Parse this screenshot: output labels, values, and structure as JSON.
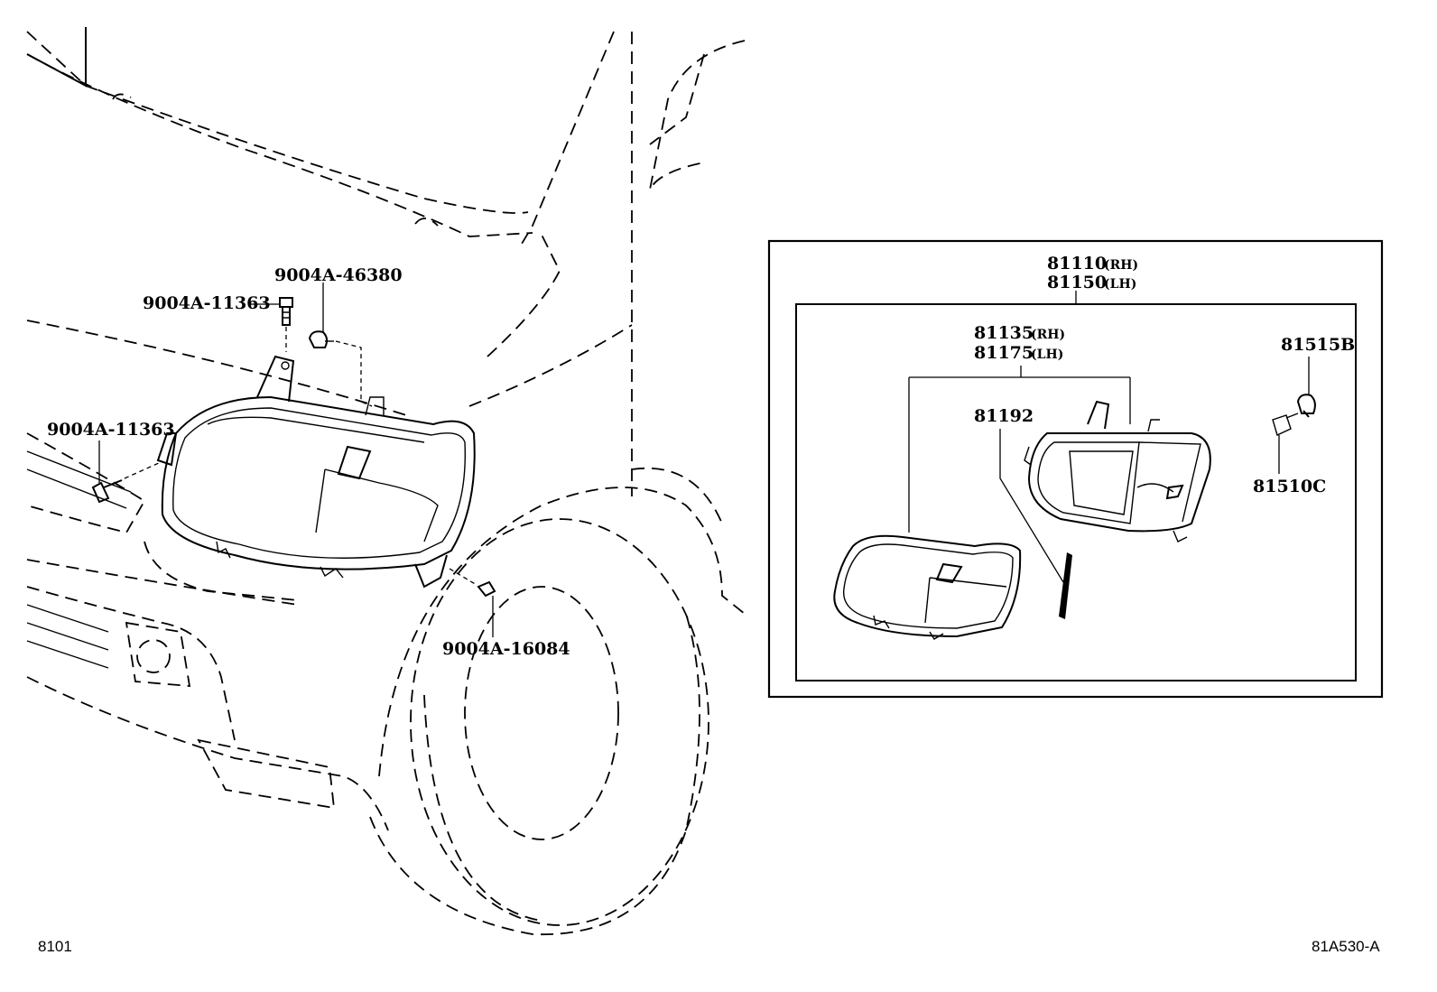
{
  "callouts": {
    "bolt_upper": "9004A-11363",
    "clip_upper": "9004A-46380",
    "bolt_side": "9004A-11363",
    "screw_lower": "9004A-16084",
    "assy_rh": "81110",
    "assy_rh_tag": "(RH)",
    "assy_lh": "81150",
    "assy_lh_tag": "(LH)",
    "unit_rh": "81135",
    "unit_rh_tag": "(RH)",
    "unit_lh": "81175",
    "unit_lh_tag": "(LH)",
    "gasket": "81192",
    "socket": "81515B",
    "bulb": "81510C"
  },
  "footer": {
    "page_code": "8101",
    "figure_code": "81A530-A"
  }
}
